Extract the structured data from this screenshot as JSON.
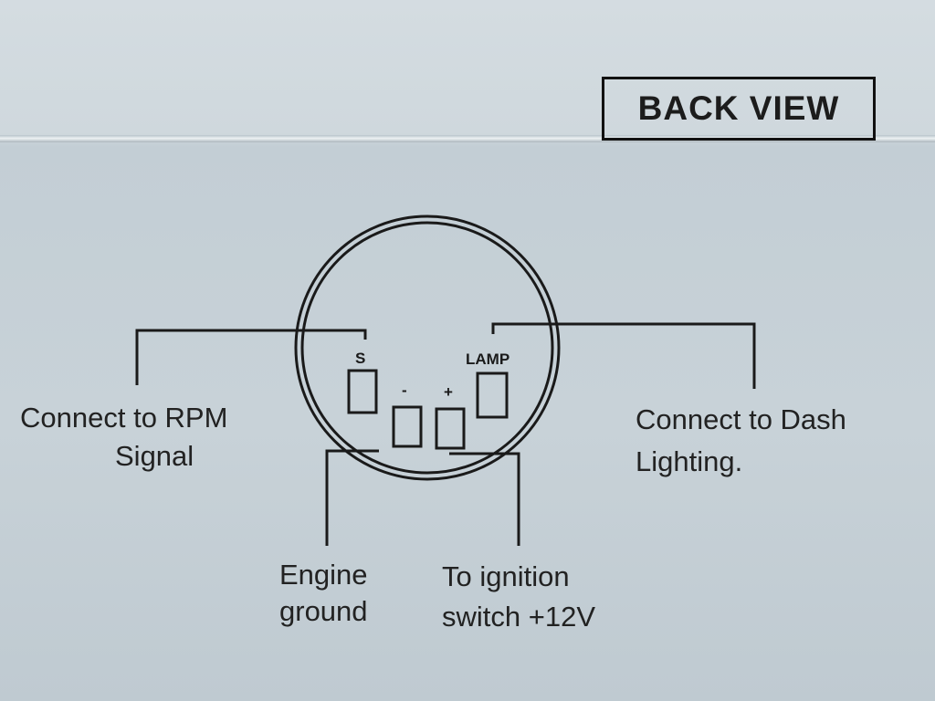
{
  "title": "BACK VIEW",
  "terminals": {
    "s": "S",
    "minus": "-",
    "plus": "+",
    "lamp": "LAMP"
  },
  "labels": {
    "rpm": [
      "Connect to RPM",
      "Signal"
    ],
    "dash": [
      "Connect to Dash",
      "Lighting."
    ],
    "ground": [
      "Engine",
      "ground"
    ],
    "ignition": [
      "To ignition",
      "switch +12V"
    ]
  }
}
